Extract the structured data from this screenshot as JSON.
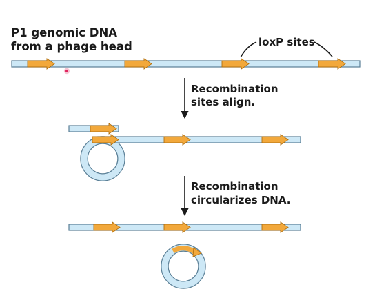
{
  "labels": {
    "source_line1": "P1 genomic DNA",
    "source_line2": "from a phage head",
    "loxp": "loxP sites",
    "step1_line1": "Recombination",
    "step1_line2": "sites align.",
    "step2_line1": "Recombination",
    "step2_line2": "circularizes DNA."
  },
  "colors": {
    "dna_fill": "#cde8f6",
    "dna_outline": "#5a7f96",
    "loxp_fill": "#f2a83b",
    "loxp_outline": "#b06f10",
    "text": "#1a1a1a",
    "cursor_dot": "#e0245e"
  }
}
